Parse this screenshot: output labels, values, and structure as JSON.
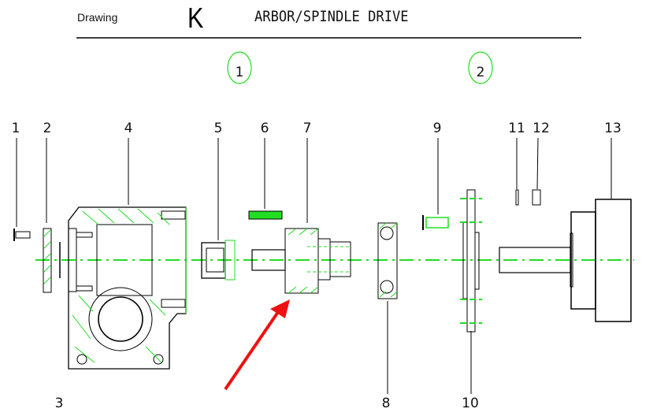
{
  "header": {
    "label": "Drawing",
    "letter": "K",
    "title": "ARBOR/SPINDLE DRIVE"
  },
  "groups": [
    "1",
    "2"
  ],
  "parts": [
    "1",
    "2",
    "3",
    "4",
    "5",
    "6",
    "7",
    "8",
    "9",
    "10",
    "11",
    "12",
    "13"
  ],
  "colors": {
    "line": "#000000",
    "hatch": "#22dd22",
    "arrow": "#ee1111"
  }
}
